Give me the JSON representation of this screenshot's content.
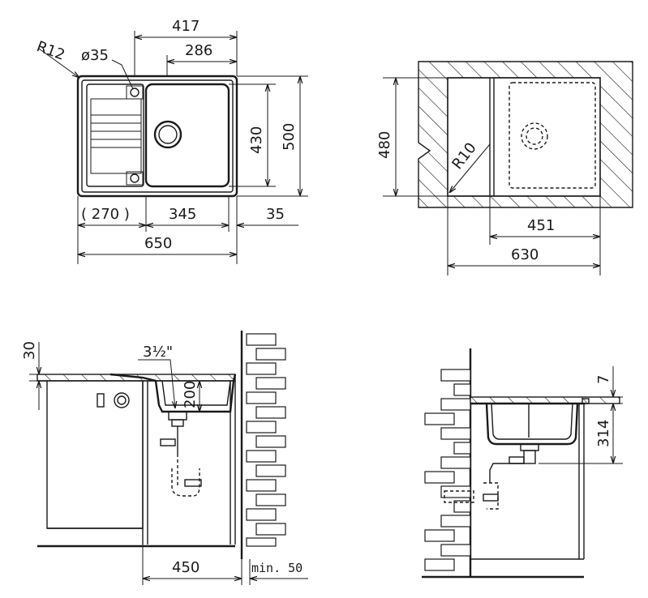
{
  "top_view": {
    "dim_417": "417",
    "dim_286": "286",
    "dim_r12": "R12",
    "dim_d35": "ø35",
    "dim_430": "430",
    "dim_500": "500",
    "dim_270": "( 270 )",
    "dim_345": "345",
    "dim_35": "35",
    "dim_650": "650"
  },
  "cutout_view": {
    "dim_480": "480",
    "dim_r10": "R10",
    "dim_451": "451",
    "dim_630": "630"
  },
  "side_view_left": {
    "dim_30": "30",
    "dim_pipe": "3½\"",
    "dim_200": "200",
    "dim_450": "450",
    "dim_min50": "min. 50"
  },
  "side_view_right": {
    "dim_7": "7",
    "dim_314": "314"
  }
}
